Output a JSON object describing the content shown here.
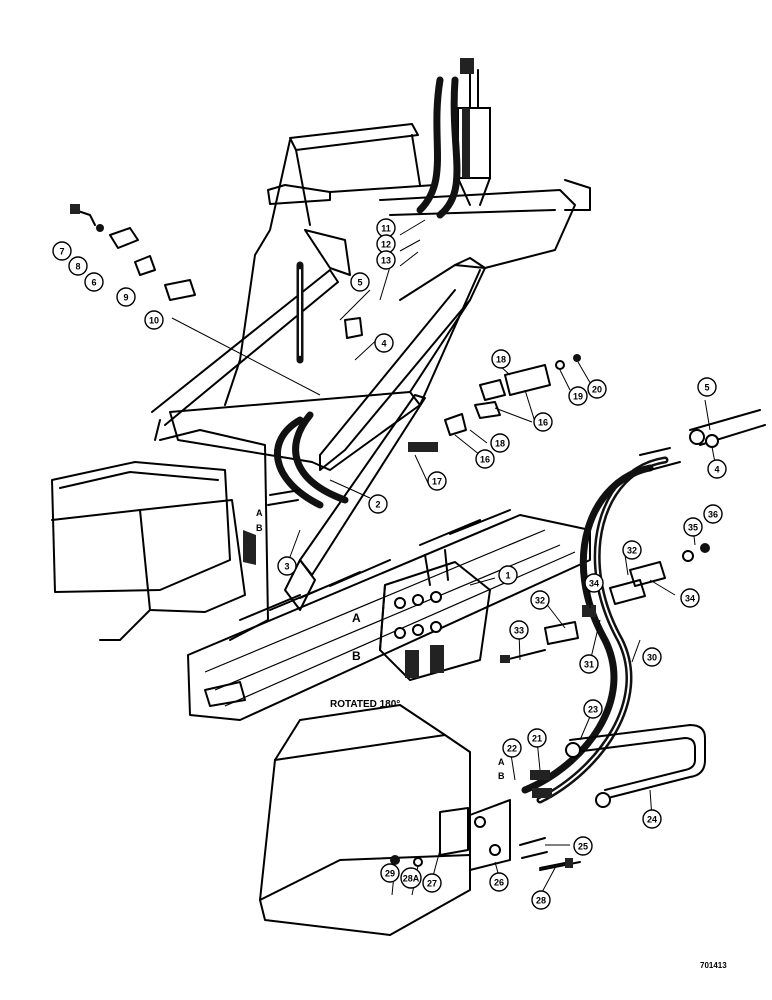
{
  "callouts": [
    {
      "label": "1"
    },
    {
      "label": "2"
    },
    {
      "label": "3"
    },
    {
      "label": "4"
    },
    {
      "label": "5"
    },
    {
      "label": "6"
    },
    {
      "label": "7"
    },
    {
      "label": "8"
    },
    {
      "label": "9"
    },
    {
      "label": "10"
    },
    {
      "label": "11"
    },
    {
      "label": "12"
    },
    {
      "label": "13"
    },
    {
      "label": "16"
    },
    {
      "label": "16"
    },
    {
      "label": "17"
    },
    {
      "label": "18"
    },
    {
      "label": "18"
    },
    {
      "label": "19"
    },
    {
      "label": "20"
    },
    {
      "label": "21"
    },
    {
      "label": "22"
    },
    {
      "label": "23"
    },
    {
      "label": "24"
    },
    {
      "label": "25"
    },
    {
      "label": "26"
    },
    {
      "label": "27"
    },
    {
      "label": "28"
    },
    {
      "label": "29"
    },
    {
      "label": "28A"
    },
    {
      "label": "30"
    },
    {
      "label": "31"
    },
    {
      "label": "32"
    },
    {
      "label": "32"
    },
    {
      "label": "33"
    },
    {
      "label": "34"
    },
    {
      "label": "34"
    },
    {
      "label": "35"
    },
    {
      "label": "36"
    },
    {
      "label": "5"
    },
    {
      "label": "4"
    }
  ],
  "port_labels": {
    "valve_a": "A",
    "valve_b": "B",
    "block_a": "A",
    "block_b": "B",
    "aux_a": "A",
    "aux_b": "B"
  },
  "caption": "ROTATED 180°",
  "figure_number": "701413"
}
